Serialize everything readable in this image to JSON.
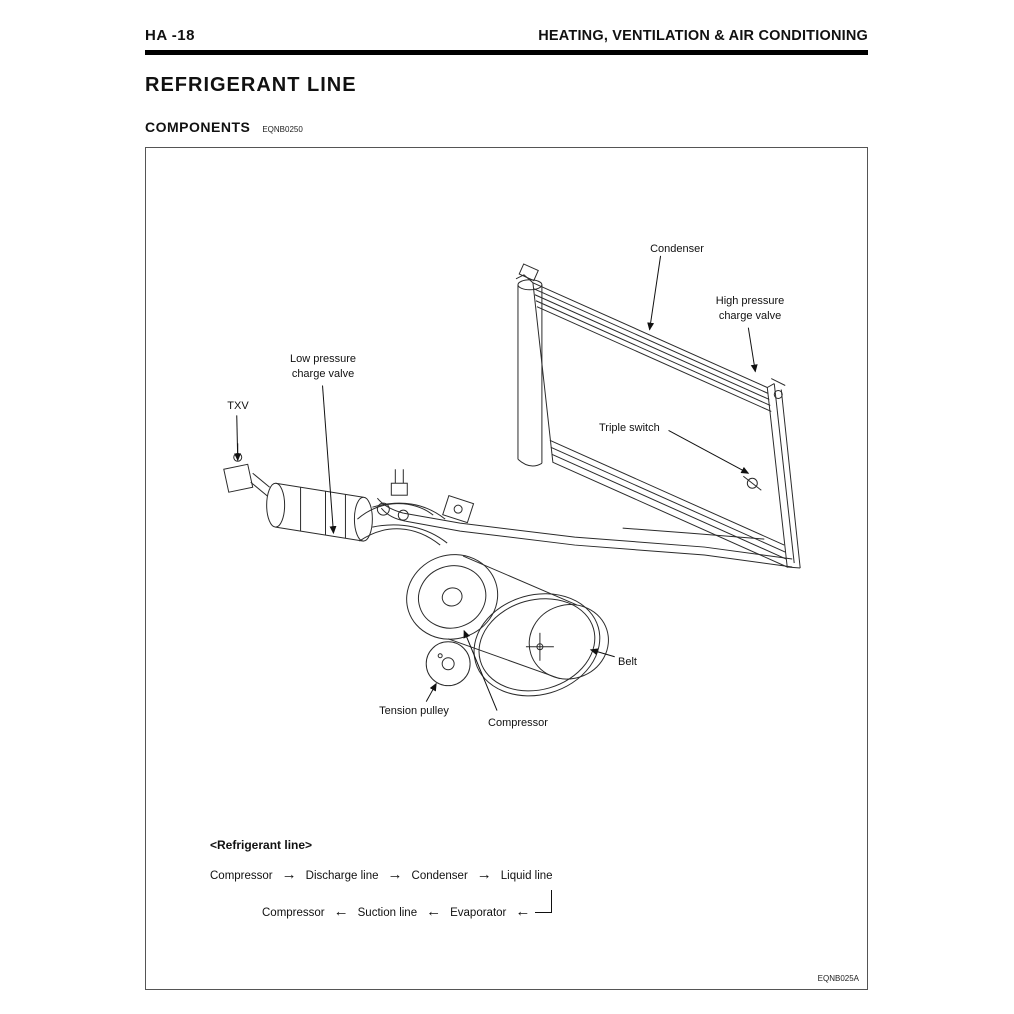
{
  "page": {
    "header_left": "HA -18",
    "header_right": "HEATING, VENTILATION & AIR CONDITIONING",
    "title": "REFRIGERANT LINE",
    "section": "COMPONENTS",
    "section_code": "EQNB0250",
    "figure_code": "EQNB025A"
  },
  "diagram": {
    "labels": {
      "condenser": "Condenser",
      "high_pressure": [
        "High pressure",
        "charge valve"
      ],
      "low_pressure": [
        "Low pressure",
        "charge valve"
      ],
      "txv": "TXV",
      "triple_switch": "Triple switch",
      "belt": "Belt",
      "tension_pulley": "Tension pulley",
      "compressor": "Compressor"
    }
  },
  "flow": {
    "title": "<Refrigerant line>",
    "arrow_right": "→",
    "arrow_left": "←",
    "r1": [
      "Compressor",
      "Discharge line",
      "Condenser",
      "Liquid line"
    ],
    "r2": [
      "Compressor",
      "Suction line",
      "Evaporator"
    ]
  }
}
